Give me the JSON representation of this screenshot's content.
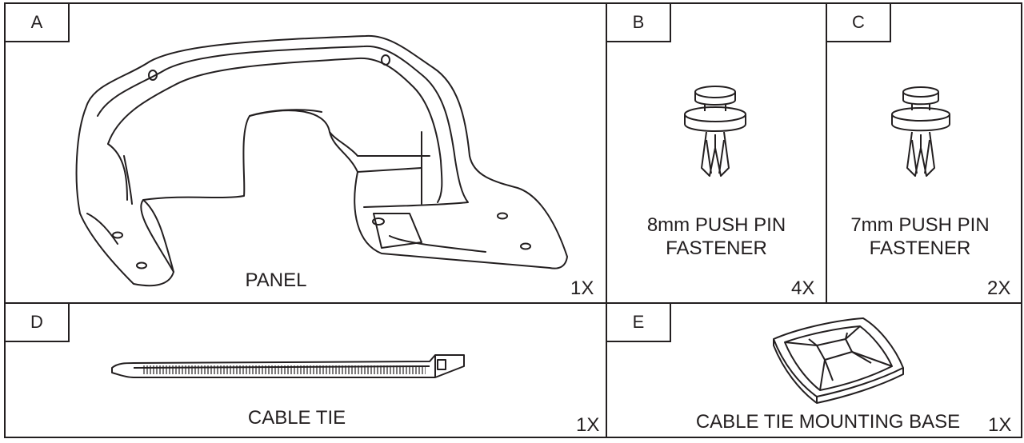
{
  "parts": {
    "a": {
      "letter": "A",
      "name": "PANEL",
      "qty": "1X",
      "icon": "panel-bracket-icon"
    },
    "b": {
      "letter": "B",
      "name_line1": "8mm PUSH PIN",
      "name_line2": "FASTENER",
      "qty": "4X",
      "icon": "push-pin-icon"
    },
    "c": {
      "letter": "C",
      "name_line1": "7mm PUSH PIN",
      "name_line2": "FASTENER",
      "qty": "2X",
      "icon": "push-pin-icon"
    },
    "d": {
      "letter": "D",
      "name": "CABLE TIE",
      "qty": "1X",
      "icon": "cable-tie-icon"
    },
    "e": {
      "letter": "E",
      "name": "CABLE TIE MOUNTING BASE",
      "qty": "1X",
      "icon": "mounting-base-icon"
    }
  },
  "colors": {
    "line": "#231f20",
    "background": "#ffffff"
  }
}
